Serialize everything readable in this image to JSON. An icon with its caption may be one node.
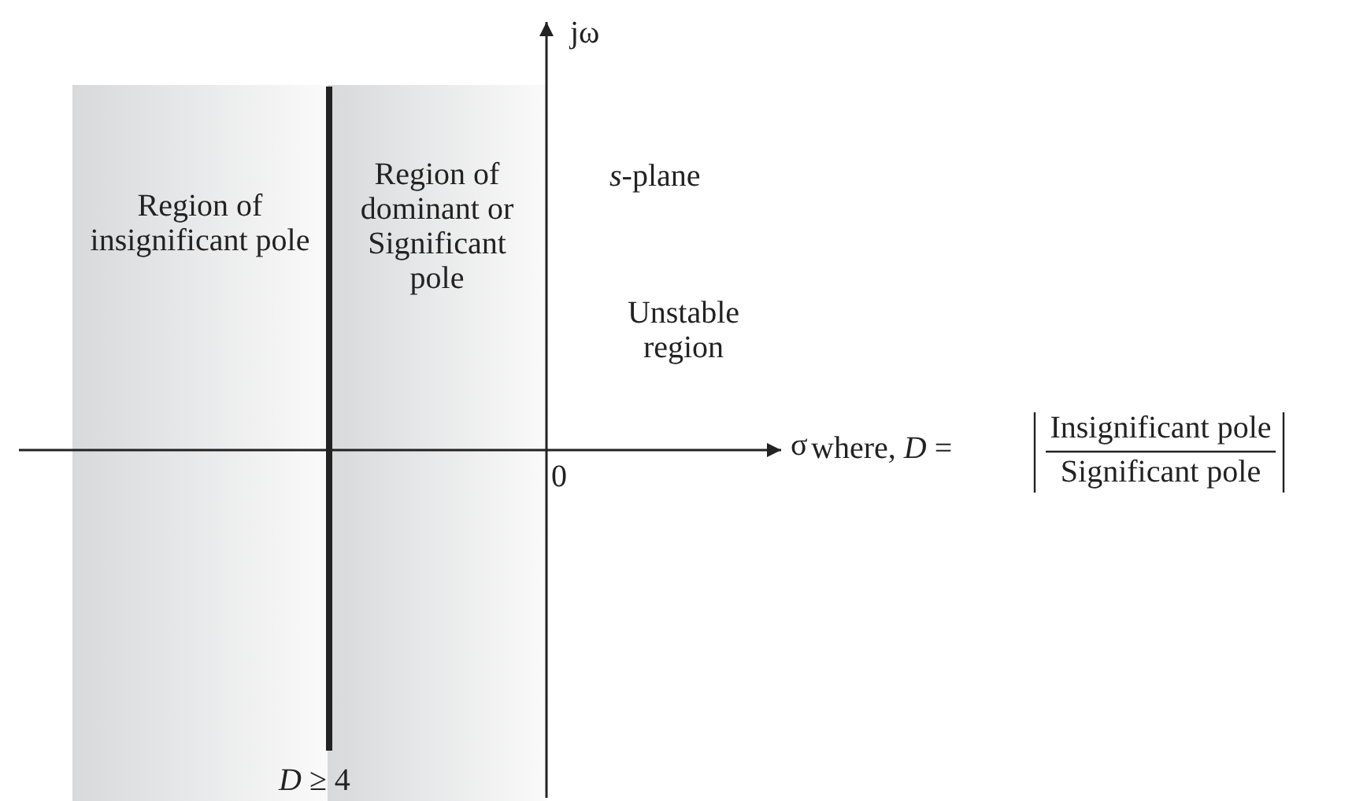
{
  "diagram": {
    "nodes": [
      {
        "text": [
          "Region of insignificant pole"
        ]
      },
      {
        "text": [
          "Region of dominant or Significant pole"
        ]
      }
    ],
    "edges": [],
    "labels": [
      "jω",
      "*s*-plane",
      "Unstable region",
      "σ",
      "0",
      "where, *D* =",
      "Insignificant pole",
      "Significant pole",
      "*D* ≥ 4"
    ]
  }
}
